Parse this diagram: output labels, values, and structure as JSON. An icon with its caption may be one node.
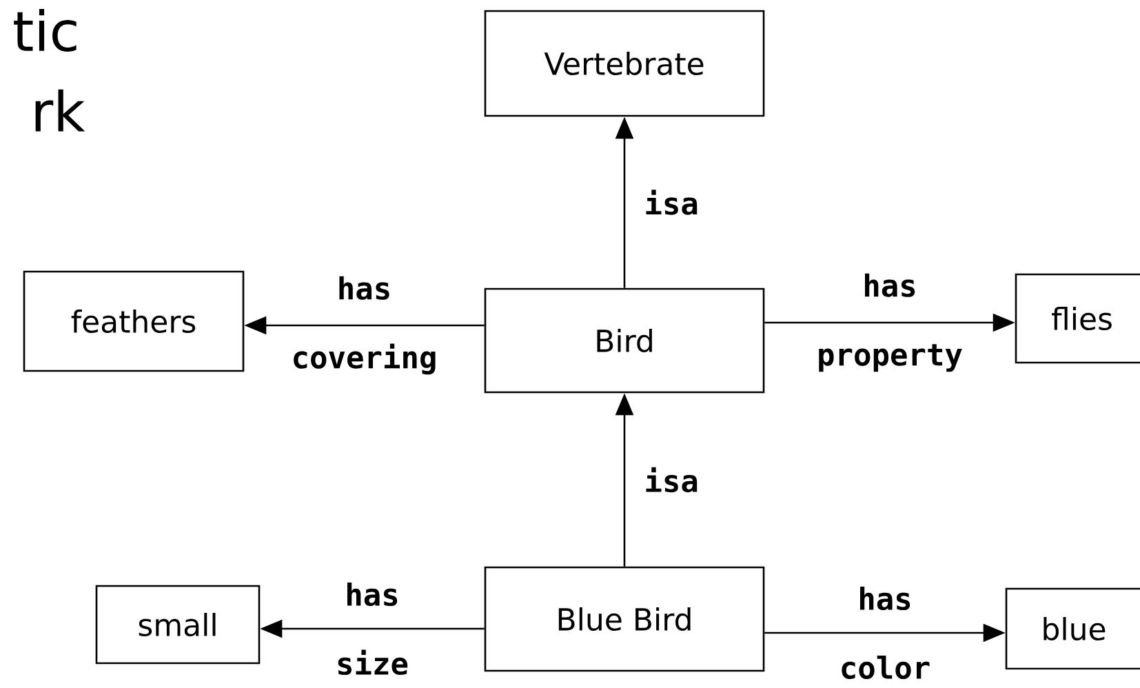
{
  "diagram": {
    "nodes": [
      {
        "text": [
          "Vertebrate"
        ]
      },
      {
        "text": [
          "feathers"
        ]
      },
      {
        "text": [
          "Bird"
        ]
      },
      {
        "text": [
          "flies"
        ]
      },
      {
        "text": [
          "small"
        ]
      },
      {
        "text": [
          "Blue Bird"
        ]
      },
      {
        "text": [
          "blue"
        ]
      }
    ],
    "edges": [
      {
        "from": 2,
        "to": 0,
        "arrow": "to",
        "label": "isa"
      },
      {
        "from": 2,
        "to": 1,
        "arrow": "to",
        "label": "has covering"
      },
      {
        "from": 2,
        "to": 3,
        "arrow": "to",
        "label": "has property"
      },
      {
        "from": 5,
        "to": 2,
        "arrow": "to",
        "label": "isa"
      },
      {
        "from": 5,
        "to": 4,
        "arrow": "to",
        "label": "has size"
      },
      {
        "from": 5,
        "to": 6,
        "arrow": "to",
        "label": "has color"
      }
    ],
    "labels": [
      "tic",
      "rk"
    ]
  }
}
